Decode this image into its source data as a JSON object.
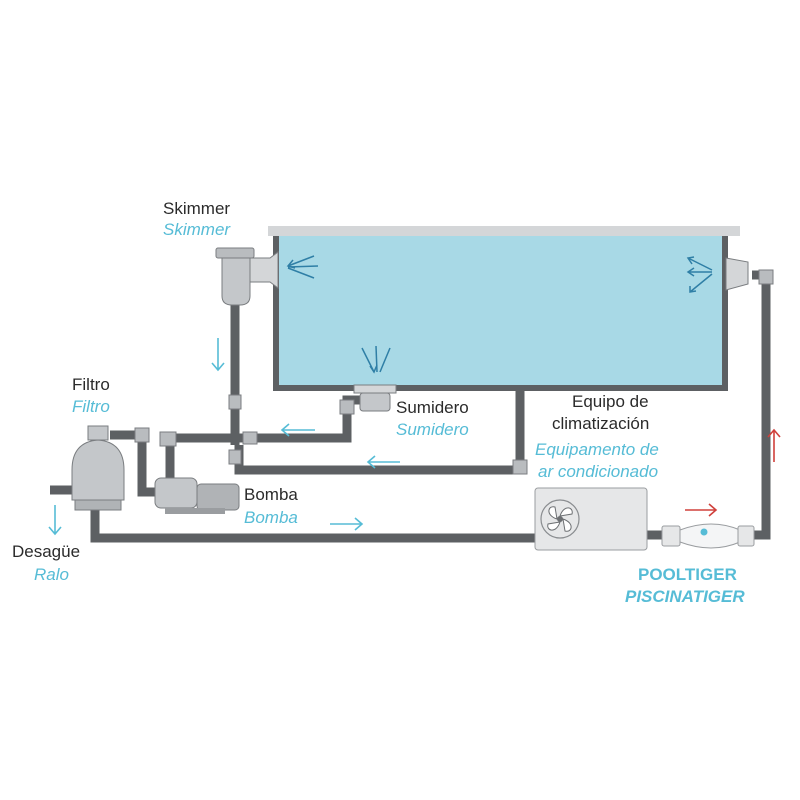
{
  "labels": {
    "skimmer": {
      "pt": "Skimmer",
      "es": "Skimmer"
    },
    "filtro": {
      "pt": "Filtro",
      "es": "Filtro"
    },
    "sumidero": {
      "pt": "Sumidero",
      "es": "Sumidero"
    },
    "equipo": {
      "line1": "Equipo de",
      "line2": "climatización",
      "es1": "Equipamento de",
      "es2": "ar condicionado"
    },
    "bomba": {
      "pt": "Bomba",
      "es": "Bomba"
    },
    "desague": {
      "pt": "Desagüe",
      "es": "Ralo"
    },
    "pooltiger": {
      "line1": "POOLTIGER",
      "line2": "PISCINATIGER"
    }
  },
  "colors": {
    "water": "#a8d9e6",
    "pipe": "#5d6063",
    "label_dark": "#2b2b2b",
    "label_accent": "#56bcd6",
    "return_arrow": "#d0403b"
  },
  "icons": [
    "fan-icon",
    "flow-arrow-icon"
  ]
}
